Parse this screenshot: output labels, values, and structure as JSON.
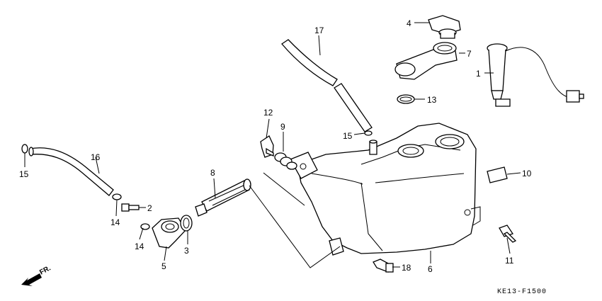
{
  "diagram": {
    "code": "KE13-F1500",
    "front_label": "FR.",
    "callouts": [
      {
        "id": "c1",
        "label": "1",
        "part": "fuel-gauge-sender-unit"
      },
      {
        "id": "c2",
        "label": "2",
        "part": "bolt"
      },
      {
        "id": "c3",
        "label": "3",
        "part": "clip"
      },
      {
        "id": "c4",
        "label": "4",
        "part": "fuel-filler-cap"
      },
      {
        "id": "c5",
        "label": "5",
        "part": "fuel-cock"
      },
      {
        "id": "c6",
        "label": "6",
        "part": "fuel-tank"
      },
      {
        "id": "c7",
        "label": "7",
        "part": "filler-neck-seal"
      },
      {
        "id": "c8",
        "label": "8",
        "part": "fuel-strainer"
      },
      {
        "id": "c9",
        "label": "9",
        "part": "grommet"
      },
      {
        "id": "c10",
        "label": "10",
        "part": "label-sticker"
      },
      {
        "id": "c11",
        "label": "11",
        "part": "flange-bolt"
      },
      {
        "id": "c12",
        "label": "12",
        "part": "plug"
      },
      {
        "id": "c13",
        "label": "13",
        "part": "o-ring"
      },
      {
        "id": "c14a",
        "label": "14",
        "part": "tube-clip"
      },
      {
        "id": "c14b",
        "label": "14",
        "part": "tube-clip"
      },
      {
        "id": "c15a",
        "label": "15",
        "part": "tube-clip"
      },
      {
        "id": "c15b",
        "label": "15",
        "part": "tube-clip"
      },
      {
        "id": "c16",
        "label": "16",
        "part": "fuel-tube"
      },
      {
        "id": "c17",
        "label": "17",
        "part": "breather-tube"
      },
      {
        "id": "c18",
        "label": "18",
        "part": "bolt"
      }
    ]
  }
}
